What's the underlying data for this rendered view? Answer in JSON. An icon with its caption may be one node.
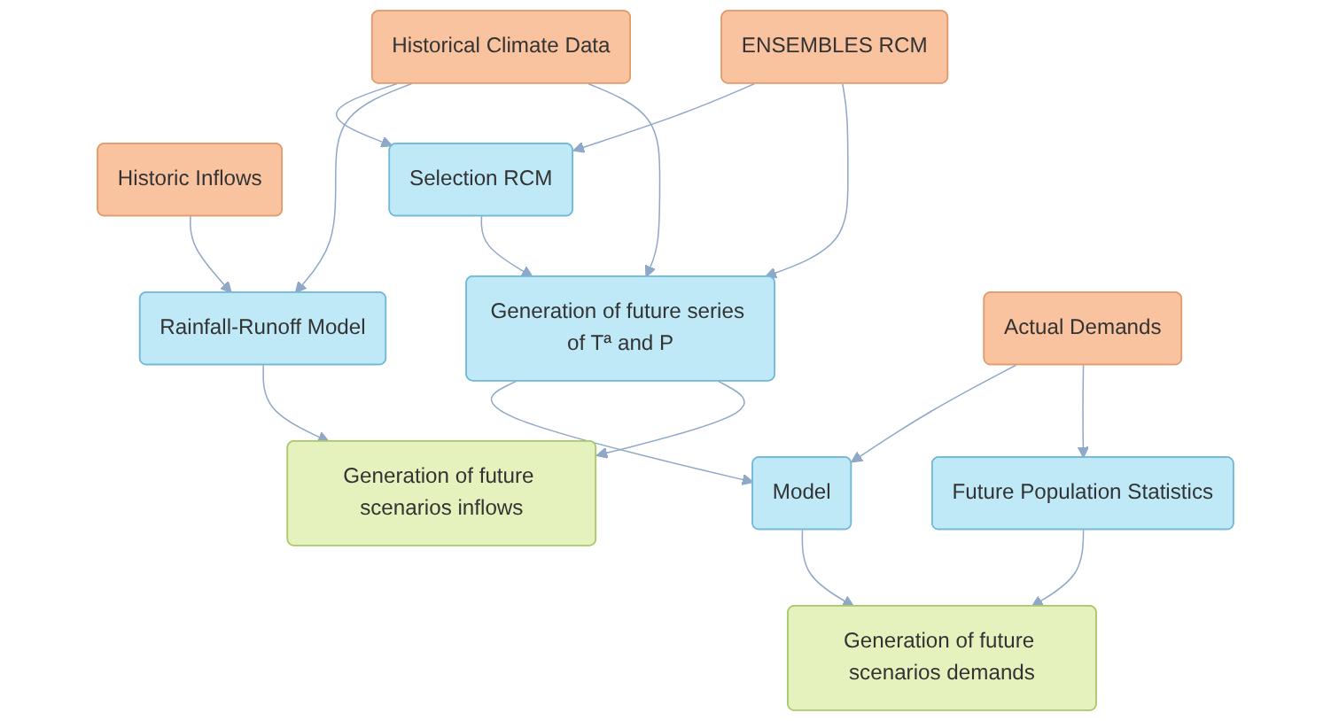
{
  "diagram": {
    "nodes": [
      {
        "text": [
          "Historical Climate Data"
        ]
      },
      {
        "text": [
          "ENSEMBLES RCM"
        ]
      },
      {
        "text": [
          "Historic Inflows"
        ]
      },
      {
        "text": [
          "Selection RCM"
        ]
      },
      {
        "text": [
          "Rainfall-Runoff Model"
        ]
      },
      {
        "text": [
          "Generation of future series of Tª and P"
        ]
      },
      {
        "text": [
          "Actual Demands"
        ]
      },
      {
        "text": [
          "Model"
        ]
      },
      {
        "text": [
          "Future Population Statistics"
        ]
      },
      {
        "text": [
          "Generation of future scenarios inflows"
        ]
      },
      {
        "text": [
          "Generation of future scenarios demands"
        ]
      }
    ],
    "edges": [
      {
        "from": 0,
        "to": 3,
        "arrow": "to"
      },
      {
        "from": 1,
        "to": 3,
        "arrow": "to"
      },
      {
        "from": 0,
        "to": 4,
        "arrow": "to"
      },
      {
        "from": 0,
        "to": 5,
        "arrow": "to"
      },
      {
        "from": 1,
        "to": 5,
        "arrow": "to"
      },
      {
        "from": 3,
        "to": 5,
        "arrow": "to"
      },
      {
        "from": 2,
        "to": 4,
        "arrow": "to"
      },
      {
        "from": 6,
        "to": 7,
        "arrow": "to"
      },
      {
        "from": 6,
        "to": 8,
        "arrow": "to"
      },
      {
        "from": 5,
        "to": 7,
        "arrow": "to"
      },
      {
        "from": 5,
        "to": 9,
        "arrow": "to"
      },
      {
        "from": 4,
        "to": 9,
        "arrow": "to"
      },
      {
        "from": 7,
        "to": 10,
        "arrow": "to"
      },
      {
        "from": 8,
        "to": 10,
        "arrow": "to"
      }
    ]
  }
}
